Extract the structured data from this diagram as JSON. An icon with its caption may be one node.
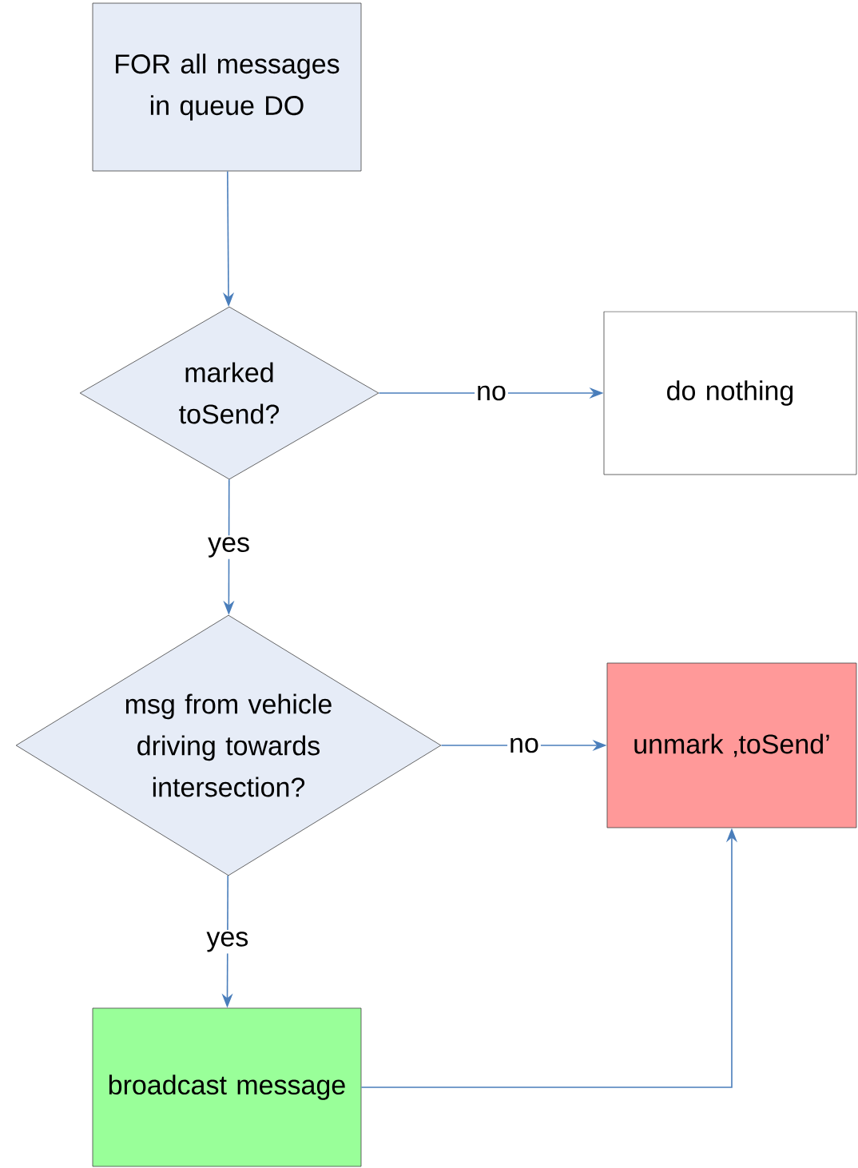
{
  "diagram": {
    "nodes": [
      {
        "text": [
          "FOR all messages in queue DO"
        ]
      },
      {
        "text": [
          "marked toSend?"
        ]
      },
      {
        "text": [
          "do nothing"
        ]
      },
      {
        "text": [
          "msg from vehicle driving towards intersection?"
        ]
      },
      {
        "text": [
          "unmark ‚toSend’"
        ]
      },
      {
        "text": [
          "broadcast message"
        ]
      }
    ],
    "edges": [
      {
        "from": 0,
        "to": 1,
        "arrow": "to"
      },
      {
        "from": 1,
        "to": 2,
        "arrow": "to",
        "label": "no"
      },
      {
        "from": 1,
        "to": 3,
        "arrow": "to",
        "label": "yes"
      },
      {
        "from": 3,
        "to": 4,
        "arrow": "to",
        "label": "no"
      },
      {
        "from": 3,
        "to": 5,
        "arrow": "to",
        "label": "yes"
      },
      {
        "from": 5,
        "to": 4,
        "arrow": "to"
      }
    ]
  }
}
